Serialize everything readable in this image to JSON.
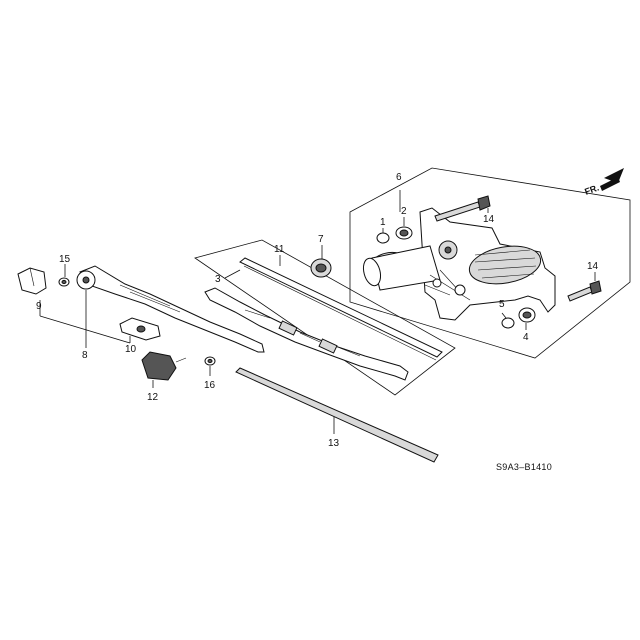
{
  "diagram_code": "S9A3–B1410",
  "direction_label": "FR.",
  "part_numbers": {
    "p1": "1",
    "p2": "2",
    "p3": "3",
    "p4": "4",
    "p5": "5",
    "p6": "6",
    "p7": "7",
    "p8": "8",
    "p9": "9",
    "p10": "10",
    "p11": "11",
    "p12": "12",
    "p13": "13",
    "p14a": "14",
    "p14b": "14",
    "p15": "15",
    "p16": "16"
  },
  "icons": [
    "front-direction-arrow-icon"
  ]
}
